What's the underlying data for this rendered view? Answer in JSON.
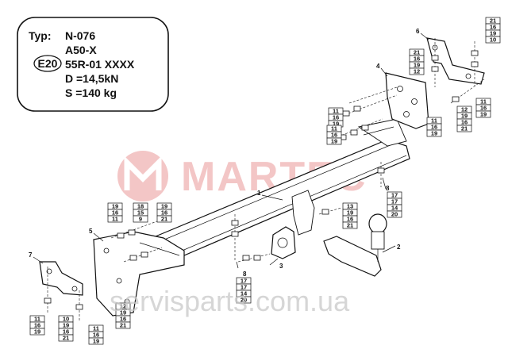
{
  "spec": {
    "typ_label": "Typ:",
    "typ_value": "N-076",
    "model": "A50-X",
    "approval_mark": "E20",
    "approval_number": "55R-01 XXXX",
    "d_value": "D =14,5kN",
    "s_value": "S =140 kg"
  },
  "watermarks": {
    "brand": "MARTEC",
    "url": "servisparts.com.ua"
  },
  "parts": {
    "p1": "1",
    "p2": "2",
    "p3": "3",
    "p4": "4",
    "p5": "5",
    "p6": "6",
    "p7": "7",
    "p8a": "8",
    "p8b": "8"
  },
  "stacks": {
    "top_right_a": [
      "21",
      "16",
      "19",
      "10"
    ],
    "top_right_b": [
      "21",
      "16",
      "19",
      "12"
    ],
    "right_mid_a": [
      "11",
      "16",
      "19"
    ],
    "right_mid_b": [
      "12",
      "19",
      "16",
      "21"
    ],
    "right_mid_c": [
      "11",
      "16",
      "19"
    ],
    "plate4_left": [
      "11",
      "16",
      "19"
    ],
    "plate4_bottom": [
      "11",
      "16",
      "19"
    ],
    "hitch_8": [
      "17",
      "17",
      "14",
      "20"
    ],
    "mid_13": [
      "13",
      "19",
      "16",
      "21"
    ],
    "bottom_8": [
      "17",
      "17",
      "14",
      "20"
    ],
    "left_19": [
      "19",
      "16",
      "11"
    ],
    "left_18": [
      "18",
      "15",
      "9"
    ],
    "left_19b": [
      "19",
      "16",
      "21"
    ],
    "left_12": [
      "12",
      "19",
      "16",
      "21"
    ],
    "bottom_11a": [
      "11",
      "16",
      "19"
    ],
    "bottom_10": [
      "10",
      "19",
      "16",
      "21"
    ],
    "bottom_11b": [
      "11",
      "16",
      "19"
    ]
  }
}
